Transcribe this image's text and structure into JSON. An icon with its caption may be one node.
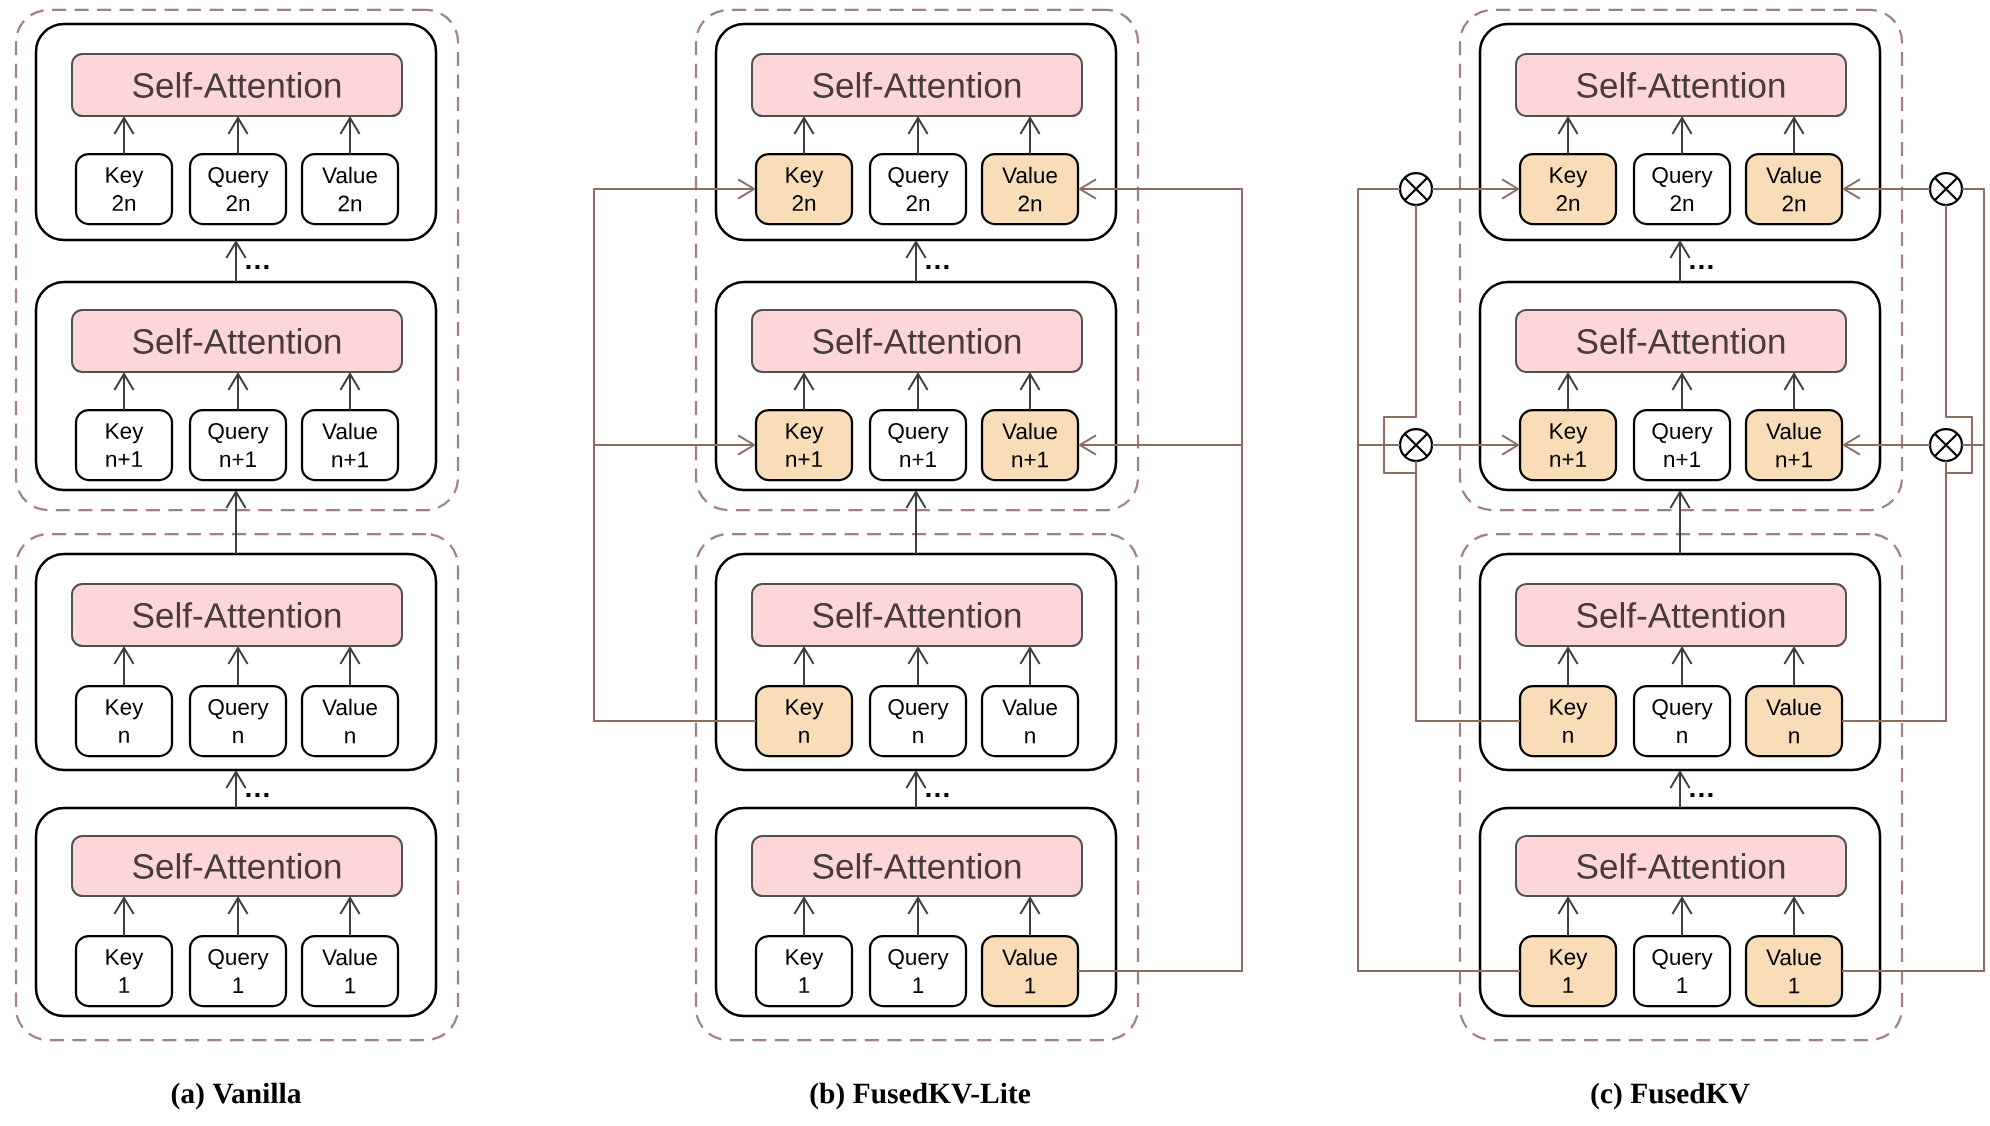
{
  "diagram": {
    "nodes": [
      {
        "text": [],
        "shape": "box"
      },
      {
        "text": [],
        "shape": "box",
        "in": 0
      },
      {
        "text": [
          "Self-Attention"
        ],
        "in": 1
      },
      {
        "text": [
          "Key 2n"
        ],
        "in": 1
      },
      {
        "text": [
          "Query 2n"
        ],
        "in": 1
      },
      {
        "text": [
          "Value 2n"
        ],
        "in": 1
      },
      {
        "text": [],
        "shape": "box",
        "in": 0
      },
      {
        "text": [
          "Self-Attention"
        ],
        "in": 6
      },
      {
        "text": [
          "Key n+1"
        ],
        "in": 6
      },
      {
        "text": [
          "Query n+1"
        ],
        "in": 6
      },
      {
        "text": [
          "Value n+1"
        ],
        "in": 6
      },
      {
        "text": [],
        "shape": "box"
      },
      {
        "text": [],
        "shape": "box",
        "in": 11
      },
      {
        "text": [
          "Self-Attention"
        ],
        "in": 12
      },
      {
        "text": [
          "Key n"
        ],
        "in": 12
      },
      {
        "text": [
          "Query n"
        ],
        "in": 12
      },
      {
        "text": [
          "Value n"
        ],
        "in": 12
      },
      {
        "text": [],
        "shape": "box",
        "in": 11
      },
      {
        "text": [
          "Self-Attention"
        ],
        "in": 17
      },
      {
        "text": [
          "Key 1"
        ],
        "in": 17
      },
      {
        "text": [
          "Query 1"
        ],
        "in": 17
      },
      {
        "text": [
          "Value 1"
        ],
        "in": 17
      },
      {
        "text": [],
        "shape": "box"
      },
      {
        "text": [],
        "shape": "box",
        "in": 22
      },
      {
        "text": [
          "Self-Attention"
        ],
        "in": 23
      },
      {
        "text": [
          "Key 2n"
        ],
        "in": 23
      },
      {
        "text": [
          "Query 2n"
        ],
        "in": 23
      },
      {
        "text": [
          "Value 2n"
        ],
        "in": 23
      },
      {
        "text": [],
        "shape": "box",
        "in": 22
      },
      {
        "text": [
          "Self-Attention"
        ],
        "in": 28
      },
      {
        "text": [
          "Key n+1"
        ],
        "in": 28
      },
      {
        "text": [
          "Query n+1"
        ],
        "in": 28
      },
      {
        "text": [
          "Value n+1"
        ],
        "in": 28
      },
      {
        "text": [],
        "shape": "box"
      },
      {
        "text": [],
        "shape": "box",
        "in": 33
      },
      {
        "text": [
          "Self-Attention"
        ],
        "in": 34
      },
      {
        "text": [
          "Key n"
        ],
        "in": 34
      },
      {
        "text": [
          "Query n"
        ],
        "in": 34
      },
      {
        "text": [
          "Value n"
        ],
        "in": 34
      },
      {
        "text": [],
        "shape": "box",
        "in": 33
      },
      {
        "text": [
          "Self-Attention"
        ],
        "in": 39
      },
      {
        "text": [
          "Key 1"
        ],
        "in": 39
      },
      {
        "text": [
          "Query 1"
        ],
        "in": 39
      },
      {
        "text": [
          "Value 1"
        ],
        "in": 39
      },
      {
        "text": [],
        "shape": "box"
      },
      {
        "text": [],
        "shape": "box",
        "in": 44
      },
      {
        "text": [
          "Self-Attention"
        ],
        "in": 45
      },
      {
        "text": [
          "Key 2n"
        ],
        "in": 45
      },
      {
        "text": [
          "Query 2n"
        ],
        "in": 45
      },
      {
        "text": [
          "Value 2n"
        ],
        "in": 45
      },
      {
        "text": [],
        "shape": "box",
        "in": 44
      },
      {
        "text": [
          "Self-Attention"
        ],
        "in": 50
      },
      {
        "text": [
          "Key n+1"
        ],
        "in": 50
      },
      {
        "text": [
          "Query n+1"
        ],
        "in": 50
      },
      {
        "text": [
          "Value n+1"
        ],
        "in": 50
      },
      {
        "text": [],
        "shape": "box"
      },
      {
        "text": [],
        "shape": "box",
        "in": 55
      },
      {
        "text": [
          "Self-Attention"
        ],
        "in": 56
      },
      {
        "text": [
          "Key n"
        ],
        "in": 56
      },
      {
        "text": [
          "Query n"
        ],
        "in": 56
      },
      {
        "text": [
          "Value n"
        ],
        "in": 56
      },
      {
        "text": [],
        "shape": "box",
        "in": 55
      },
      {
        "text": [
          "Self-Attention"
        ],
        "in": 61
      },
      {
        "text": [
          "Key 1"
        ],
        "in": 61
      },
      {
        "text": [
          "Query 1"
        ],
        "in": 61
      },
      {
        "text": [
          "Value 1"
        ],
        "in": 61
      },
      {
        "text": [],
        "shape": "circle"
      },
      {
        "text": [],
        "shape": "circle"
      },
      {
        "text": [],
        "shape": "circle"
      },
      {
        "text": [],
        "shape": "circle"
      }
    ],
    "edges": [
      {
        "from": 3,
        "to": 2,
        "arrow": "to"
      },
      {
        "from": 4,
        "to": 2,
        "arrow": "to"
      },
      {
        "from": 5,
        "to": 2,
        "arrow": "to"
      },
      {
        "from": 8,
        "to": 7,
        "arrow": "to"
      },
      {
        "from": 9,
        "to": 7,
        "arrow": "to"
      },
      {
        "from": 10,
        "to": 7,
        "arrow": "to"
      },
      {
        "from": 6,
        "to": 1,
        "arrow": "to",
        "label": "…"
      },
      {
        "from": 14,
        "to": 13,
        "arrow": "to"
      },
      {
        "from": 15,
        "to": 13,
        "arrow": "to"
      },
      {
        "from": 16,
        "to": 13,
        "arrow": "to"
      },
      {
        "from": 12,
        "to": 6,
        "arrow": "to"
      },
      {
        "from": 19,
        "to": 18,
        "arrow": "to"
      },
      {
        "from": 20,
        "to": 18,
        "arrow": "to"
      },
      {
        "from": 21,
        "to": 18,
        "arrow": "to"
      },
      {
        "from": 17,
        "to": 12,
        "arrow": "to",
        "label": "…"
      },
      {
        "from": 25,
        "to": 24,
        "arrow": "to"
      },
      {
        "from": 26,
        "to": 24,
        "arrow": "to"
      },
      {
        "from": 27,
        "to": 24,
        "arrow": "to"
      },
      {
        "from": 30,
        "to": 29,
        "arrow": "to"
      },
      {
        "from": 31,
        "to": 29,
        "arrow": "to"
      },
      {
        "from": 32,
        "to": 29,
        "arrow": "to"
      },
      {
        "from": 28,
        "to": 23,
        "arrow": "to",
        "label": "…"
      },
      {
        "from": 36,
        "to": 35,
        "arrow": "to"
      },
      {
        "from": 37,
        "to": 35,
        "arrow": "to"
      },
      {
        "from": 38,
        "to": 35,
        "arrow": "to"
      },
      {
        "from": 34,
        "to": 28,
        "arrow": "to"
      },
      {
        "from": 41,
        "to": 40,
        "arrow": "to"
      },
      {
        "from": 42,
        "to": 40,
        "arrow": "to"
      },
      {
        "from": 43,
        "to": 40,
        "arrow": "to"
      },
      {
        "from": 39,
        "to": 34,
        "arrow": "to",
        "label": "…"
      },
      {
        "from": 36,
        "to": 25,
        "arrow": "to",
        "color": "#8b6b62"
      },
      {
        "from": 36,
        "to": 30,
        "arrow": "to",
        "color": "#8b6b62"
      },
      {
        "from": 43,
        "to": 27,
        "arrow": "to",
        "color": "#8b6b62"
      },
      {
        "from": 43,
        "to": 32,
        "arrow": "to",
        "color": "#8b6b62"
      },
      {
        "from": 47,
        "to": 46,
        "arrow": "to"
      },
      {
        "from": 48,
        "to": 46,
        "arrow": "to"
      },
      {
        "from": 49,
        "to": 46,
        "arrow": "to"
      },
      {
        "from": 52,
        "to": 51,
        "arrow": "to"
      },
      {
        "from": 53,
        "to": 51,
        "arrow": "to"
      },
      {
        "from": 54,
        "to": 51,
        "arrow": "to"
      },
      {
        "from": 50,
        "to": 45,
        "arrow": "to",
        "label": "…"
      },
      {
        "from": 58,
        "to": 57,
        "arrow": "to"
      },
      {
        "from": 59,
        "to": 57,
        "arrow": "to"
      },
      {
        "from": 60,
        "to": 57,
        "arrow": "to"
      },
      {
        "from": 56,
        "to": 50,
        "arrow": "to"
      },
      {
        "from": 63,
        "to": 62,
        "arrow": "to"
      },
      {
        "from": 64,
        "to": 62,
        "arrow": "to"
      },
      {
        "from": 65,
        "to": 62,
        "arrow": "to"
      },
      {
        "from": 61,
        "to": 56,
        "arrow": "to",
        "label": "…"
      },
      {
        "from": 63,
        "to": 66,
        "arrow": "none",
        "color": "#8b6b62"
      },
      {
        "from": 63,
        "to": 68,
        "arrow": "none",
        "color": "#8b6b62"
      },
      {
        "from": 58,
        "to": 68,
        "arrow": "none",
        "color": "#8b6b62"
      },
      {
        "from": 58,
        "to": 66,
        "arrow": "none",
        "color": "#8b6b62"
      },
      {
        "from": 66,
        "to": 47,
        "arrow": "to",
        "color": "#8b6b62"
      },
      {
        "from": 68,
        "to": 52,
        "arrow": "to",
        "color": "#8b6b62"
      },
      {
        "from": 65,
        "to": 67,
        "arrow": "none",
        "color": "#8b6b62"
      },
      {
        "from": 65,
        "to": 69,
        "arrow": "none",
        "color": "#8b6b62"
      },
      {
        "from": 60,
        "to": 69,
        "arrow": "none",
        "color": "#8b6b62"
      },
      {
        "from": 60,
        "to": 67,
        "arrow": "none",
        "color": "#8b6b62"
      },
      {
        "from": 67,
        "to": 49,
        "arrow": "to",
        "color": "#8b6b62"
      },
      {
        "from": 69,
        "to": 54,
        "arrow": "to",
        "color": "#8b6b62"
      }
    ],
    "labels": [
      "(a) Vanilla",
      "(b) FusedKV-Lite",
      "(c) FusedKV"
    ]
  }
}
